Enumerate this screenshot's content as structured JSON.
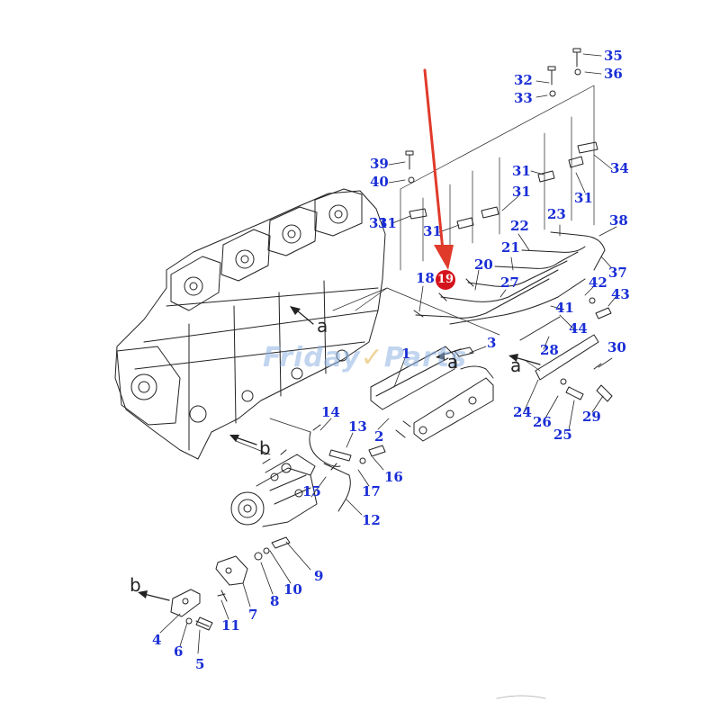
{
  "colors": {
    "callout": "#1a2ed6",
    "arrow": "#e03a2a",
    "highlight": "#d4141c",
    "line": "#222222"
  },
  "watermark": {
    "part1": "Friday",
    "accent": "✓",
    "part2": "Parts"
  },
  "highlighted_part": "19",
  "view_letters": [
    "a",
    "a",
    "a",
    "b",
    "b"
  ],
  "callouts": [
    "1",
    "2",
    "3",
    "4",
    "5",
    "6",
    "7",
    "8",
    "9",
    "10",
    "11",
    "12",
    "13",
    "14",
    "15",
    "16",
    "17",
    "18",
    "20",
    "21",
    "22",
    "23",
    "24",
    "25",
    "26",
    "27",
    "28",
    "29",
    "30",
    "31",
    "31",
    "31",
    "31",
    "31",
    "31",
    "32",
    "33",
    "34",
    "35",
    "36",
    "37",
    "38",
    "39",
    "40",
    "41",
    "42",
    "43",
    "44"
  ]
}
